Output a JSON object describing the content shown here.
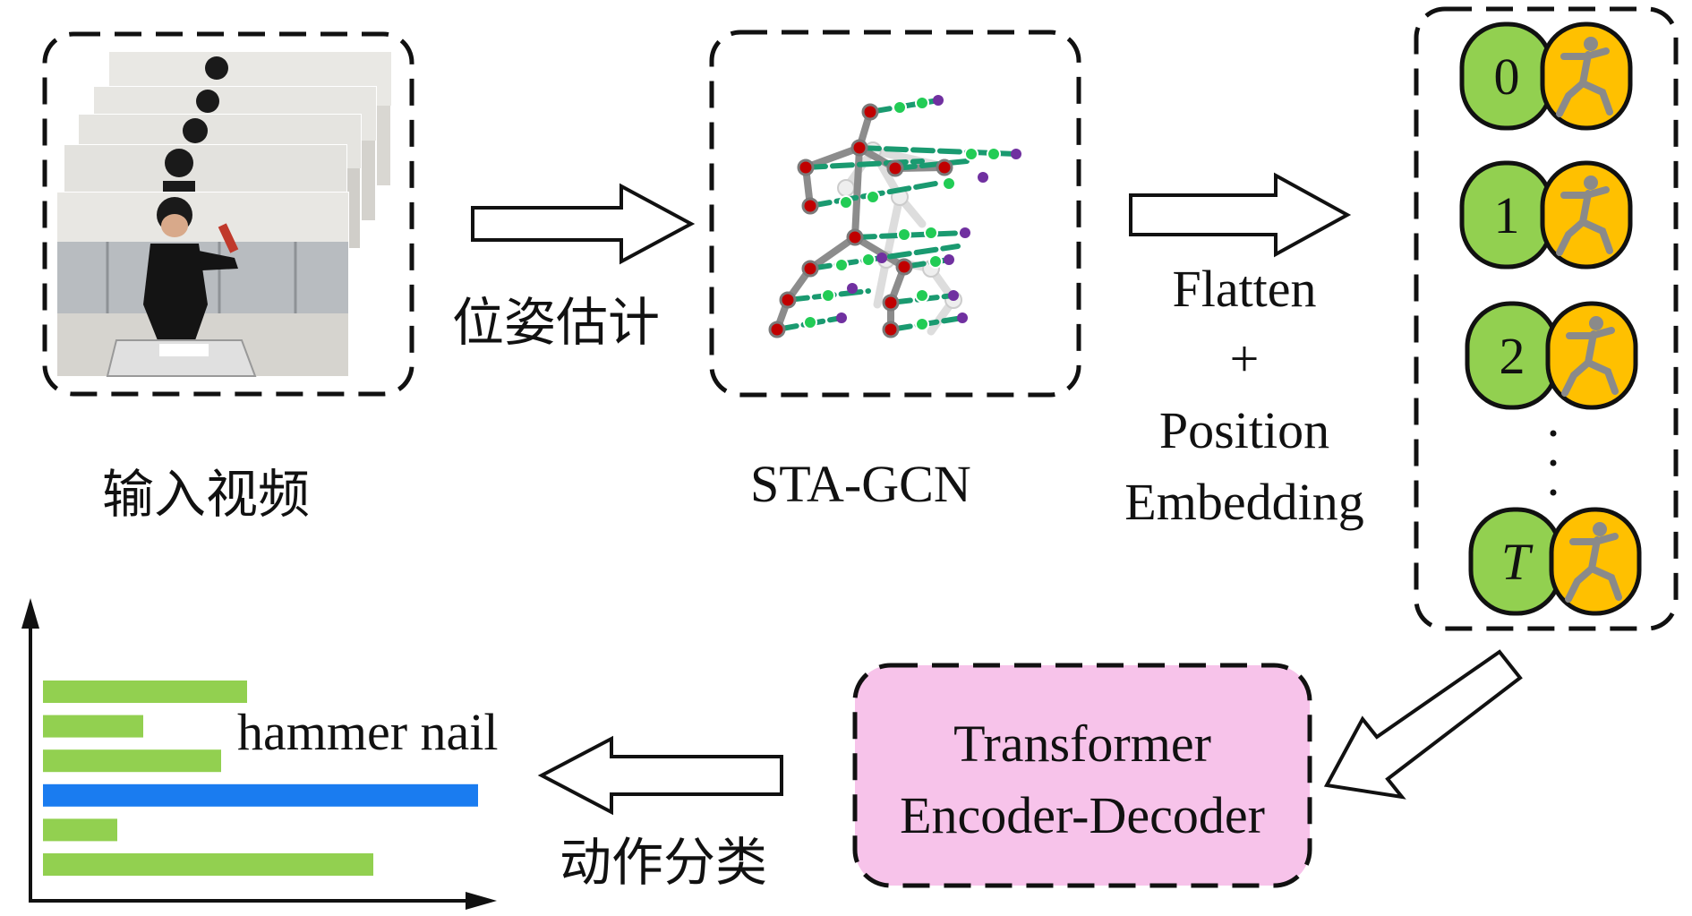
{
  "labels": {
    "input_video": "输入视频",
    "pose_estimation": "位姿估计",
    "sta_gcn": "STA-GCN",
    "flatten": "Flatten",
    "plus": "+",
    "position": "Position",
    "embedding": "Embedding",
    "transformer_line1": "Transformer",
    "transformer_line2": "Encoder-Decoder",
    "action_classification": "动作分类",
    "predicted_class": "hammer nail"
  },
  "tokens": [
    {
      "index": "0"
    },
    {
      "index": "1"
    },
    {
      "index": "2"
    },
    {
      "index": "T"
    }
  ],
  "colors": {
    "token_index": "#92d050",
    "token_pose": "#ffc000",
    "transformer_box": "#f7c3ea",
    "bar_default": "#92d050",
    "bar_highlight": "#1a7cf0",
    "joint_red": "#c00000",
    "joint_green": "#22cc55",
    "joint_purple": "#7030a0",
    "edge_green": "#1a9a70"
  },
  "chart_data": {
    "type": "bar",
    "orientation": "horizontal",
    "values": [
      0.47,
      0.23,
      0.41,
      1.0,
      0.17,
      0.76
    ],
    "highlight_index": 3,
    "xlabel": "",
    "ylabel": ""
  }
}
